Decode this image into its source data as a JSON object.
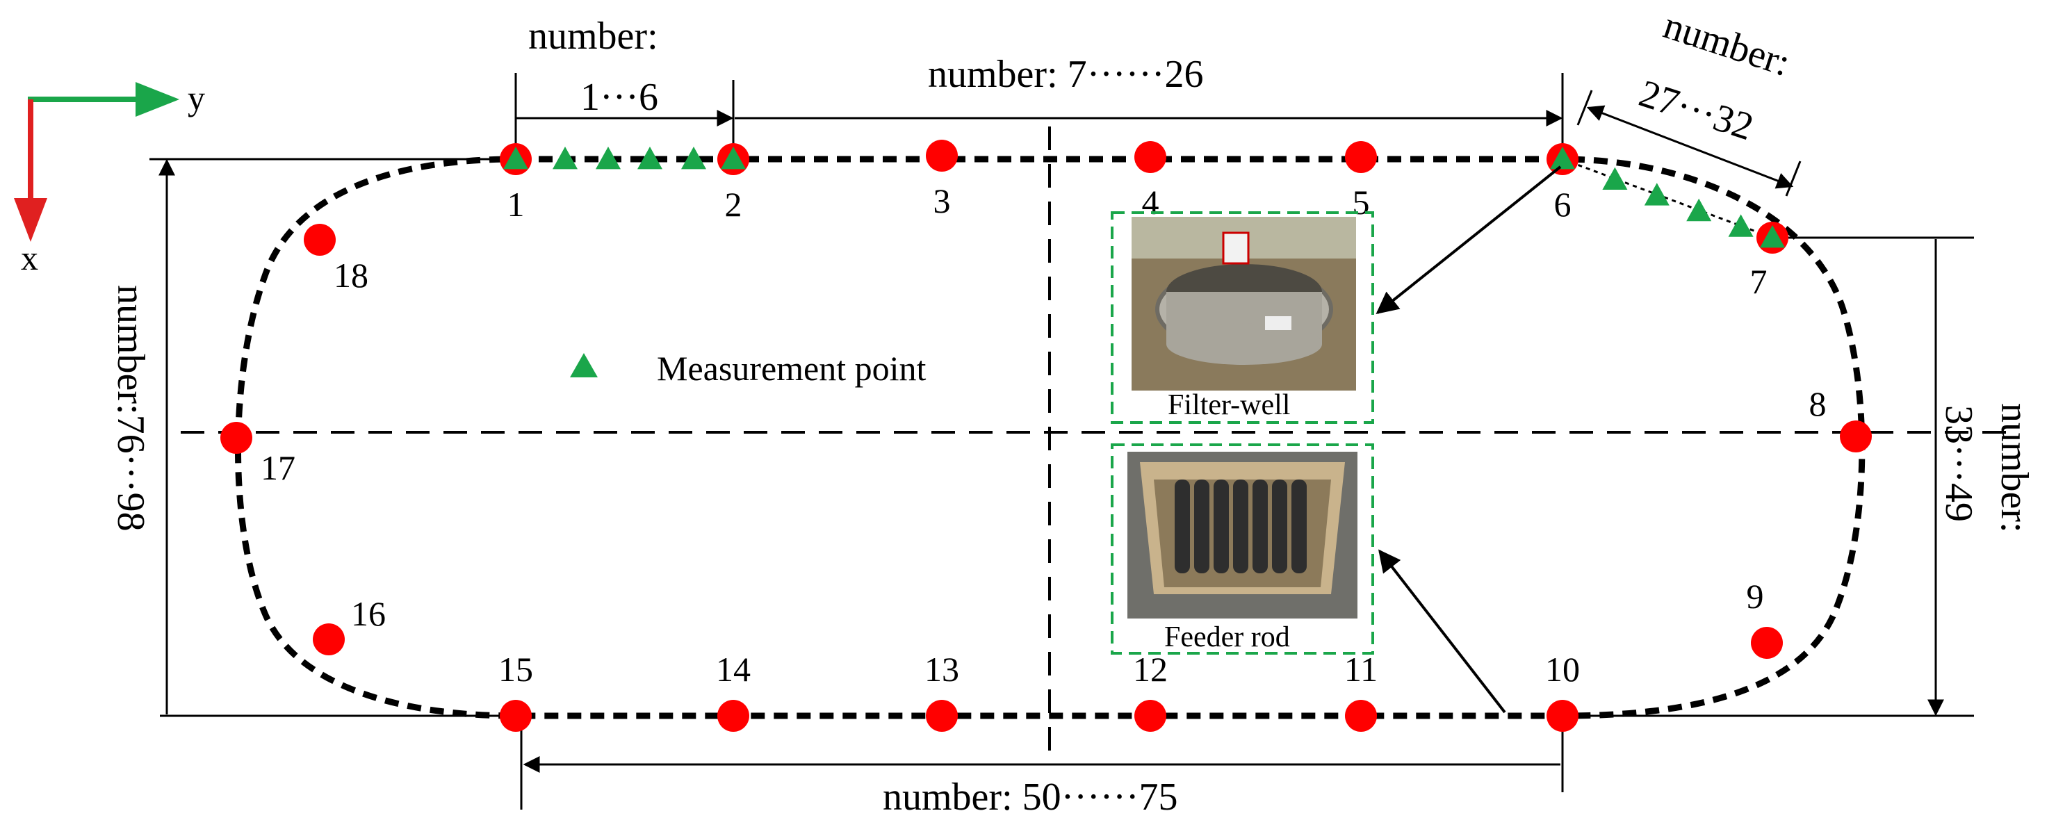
{
  "axes": {
    "x": "x",
    "y": "y"
  },
  "legend": {
    "label": "Measurement point"
  },
  "wells": [
    "1",
    "2",
    "3",
    "4",
    "5",
    "6",
    "7",
    "8",
    "9",
    "10",
    "11",
    "12",
    "13",
    "14",
    "15",
    "16",
    "17",
    "18"
  ],
  "annotations": {
    "top_left": {
      "line1": "number:",
      "line2": "1···6"
    },
    "top_mid": "number: 7······26",
    "top_right": {
      "line1": "number:",
      "line2": "27···32"
    },
    "right": {
      "line1": "number:",
      "line2": "33···49"
    },
    "bottom": "number:  50······75",
    "left": "number:76···98"
  },
  "photos": {
    "filter_well": {
      "caption": "Filter-well"
    },
    "feeder_rod": {
      "caption": "Feeder rod"
    }
  },
  "colors": {
    "well": "#ff0000",
    "measurement": "#1aa64a",
    "axis_x": "#e02020",
    "axis_y": "#1aa64a",
    "photo_frame": "#1aa64a"
  }
}
